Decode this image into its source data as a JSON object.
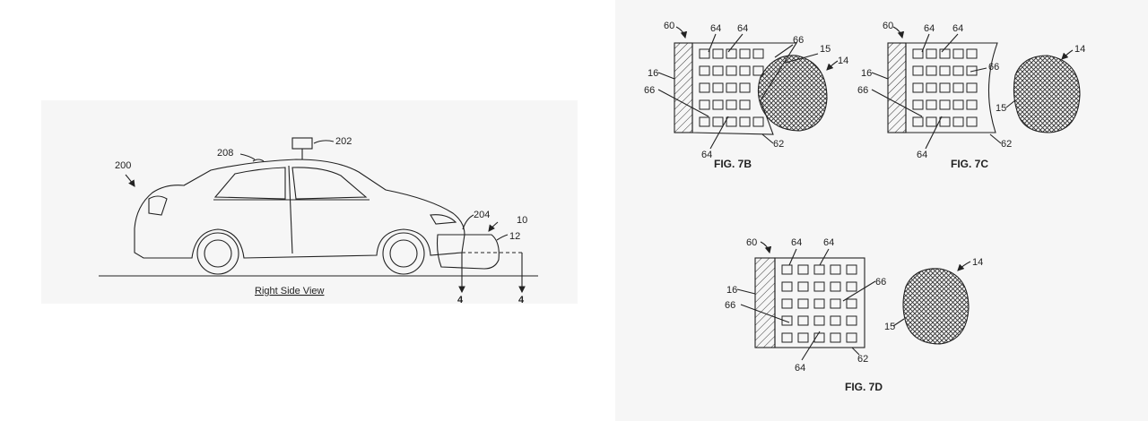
{
  "left_figure": {
    "caption": "Right Side View",
    "labels": {
      "vehicle": "200",
      "sensor_top": "202",
      "roof_sensor": "208",
      "front_sensor": "204",
      "assembly": "10",
      "bumper": "12",
      "section_left": "4",
      "section_right": "4"
    }
  },
  "figures": [
    {
      "id": "7B",
      "title": "FIG. 7B",
      "labels": {
        "a60": "60",
        "a64a": "64",
        "a64b": "64",
        "a66a": "66",
        "a15": "15",
        "a14": "14",
        "a16": "16",
        "a66b": "66",
        "a64c": "64",
        "a62": "62"
      }
    },
    {
      "id": "7C",
      "title": "FIG. 7C",
      "labels": {
        "a60": "60",
        "a64a": "64",
        "a64b": "64",
        "a66a": "66",
        "a14": "14",
        "a16": "16",
        "a66b": "66",
        "a15": "15",
        "a64c": "64",
        "a62": "62"
      }
    },
    {
      "id": "7D",
      "title": "FIG. 7D",
      "labels": {
        "a60": "60",
        "a64a": "64",
        "a64b": "64",
        "a14": "14",
        "a16": "16",
        "a66a": "66",
        "a66b": "66",
        "a15": "15",
        "a64c": "64",
        "a62": "62"
      }
    }
  ]
}
